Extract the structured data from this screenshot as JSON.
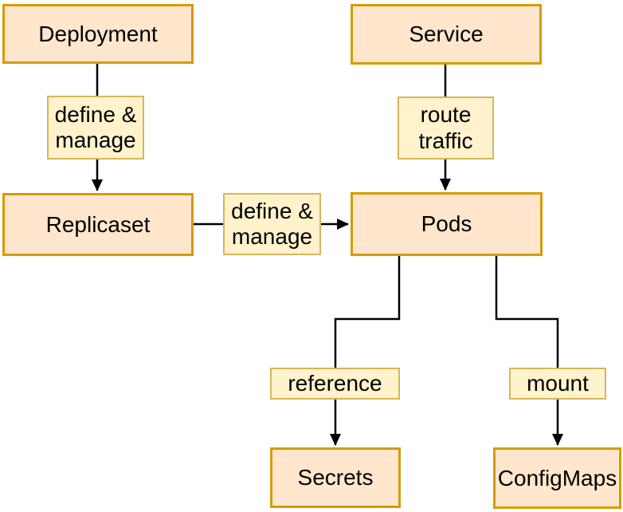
{
  "diagram": {
    "type": "flowchart",
    "colors": {
      "background": "#FFFFFF",
      "node_fill": "#FFE6CC",
      "node_border": "#D79B00",
      "label_fill": "#FFF2CC",
      "label_border": "#D6B656",
      "line": "#000000",
      "text": "#000000"
    },
    "nodes": [
      {
        "id": "deployment",
        "label": "Deployment"
      },
      {
        "id": "service",
        "label": "Service"
      },
      {
        "id": "replicaset",
        "label": "Replicaset"
      },
      {
        "id": "pods",
        "label": "Pods"
      },
      {
        "id": "secrets",
        "label": "Secrets"
      },
      {
        "id": "configmaps",
        "label": "ConfigMaps"
      }
    ],
    "edge_labels": [
      {
        "id": "define-manage-left",
        "text": "define &\nmanage"
      },
      {
        "id": "route-traffic",
        "text": "route\ntraffic"
      },
      {
        "id": "define-manage-middle",
        "text": "define &\nmanage"
      },
      {
        "id": "reference",
        "text": "reference"
      },
      {
        "id": "mount",
        "text": "mount"
      }
    ],
    "edges": [
      {
        "from": "Deployment",
        "to": "Replicaset",
        "label": "define & manage"
      },
      {
        "from": "Service",
        "to": "Pods",
        "label": "route traffic"
      },
      {
        "from": "Replicaset",
        "to": "Pods",
        "label": "define & manage"
      },
      {
        "from": "Pods",
        "to": "Secrets",
        "label": "reference"
      },
      {
        "from": "Pods",
        "to": "ConfigMaps",
        "label": "mount"
      }
    ]
  }
}
